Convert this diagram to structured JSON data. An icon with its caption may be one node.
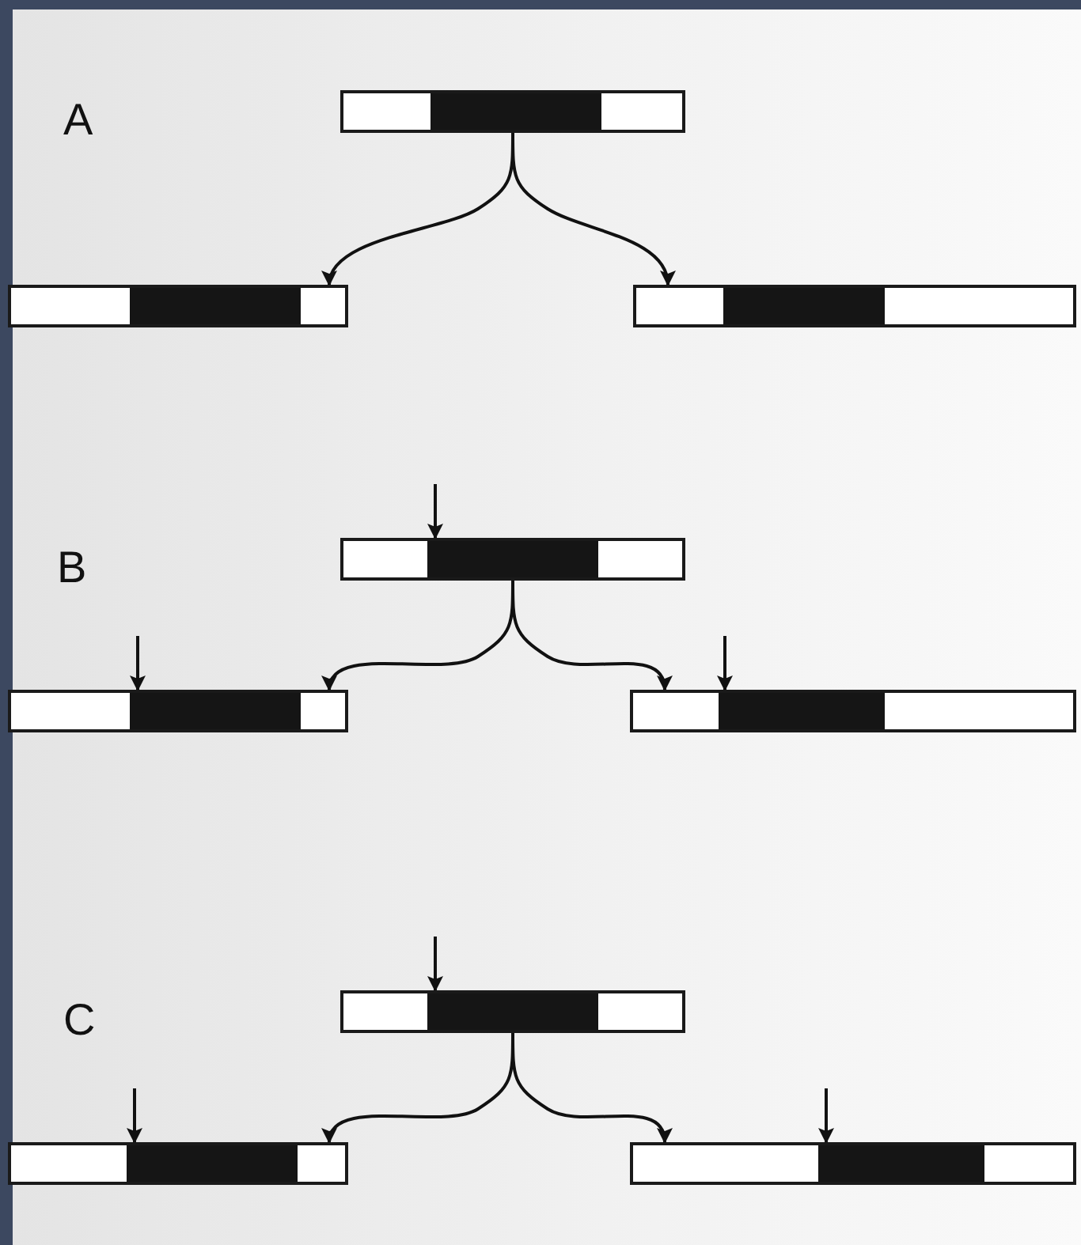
{
  "diagram": {
    "nodes": [
      {
        "text": [],
        "shape": "bar"
      },
      {
        "text": [],
        "shape": "bar"
      },
      {
        "text": [],
        "shape": "bar"
      },
      {
        "text": [],
        "shape": "bar"
      },
      {
        "text": [],
        "shape": "bar"
      },
      {
        "text": [],
        "shape": "bar"
      },
      {
        "text": [],
        "shape": "bar"
      },
      {
        "text": [],
        "shape": "bar"
      },
      {
        "text": [],
        "shape": "bar"
      }
    ],
    "edges": [
      {
        "from": 0,
        "to": 1,
        "arrow": "to"
      },
      {
        "from": 0,
        "to": 2,
        "arrow": "to"
      },
      {
        "from": 3,
        "to": 4,
        "arrow": "to"
      },
      {
        "from": 3,
        "to": 5,
        "arrow": "to"
      },
      {
        "from": 6,
        "to": 7,
        "arrow": "to"
      },
      {
        "from": 6,
        "to": 8,
        "arrow": "to"
      },
      {
        "from": null,
        "to": 3,
        "arrow": "to"
      },
      {
        "from": null,
        "to": 4,
        "arrow": "to"
      },
      {
        "from": null,
        "to": 5,
        "arrow": "to"
      },
      {
        "from": null,
        "to": 6,
        "arrow": "to"
      },
      {
        "from": null,
        "to": 7,
        "arrow": "to"
      },
      {
        "from": null,
        "to": 8,
        "arrow": "to"
      }
    ],
    "labels": [
      "A",
      "B",
      "C"
    ]
  }
}
